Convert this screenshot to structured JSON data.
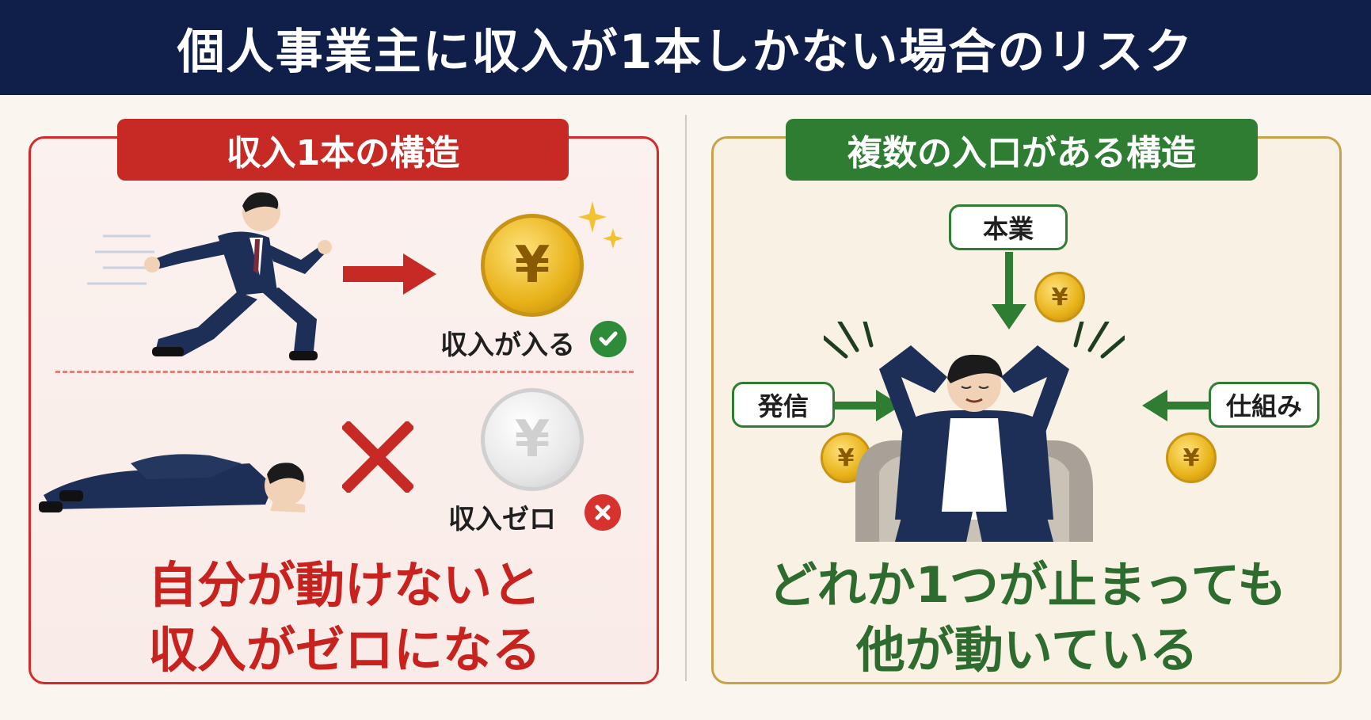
{
  "title": "個人事業主に収入が1本しかない場合のリスク",
  "left": {
    "tab": "収入1本の構造",
    "income_in": "収入が入る",
    "income_zero": "収入ゼロ",
    "conclusion_line1": "自分が動けないと",
    "conclusion_line2": "収入がゼロになる",
    "yen_symbol": "¥"
  },
  "right": {
    "tab": "複数の入口がある構造",
    "source_top": "本業",
    "source_left": "発信",
    "source_right": "仕組み",
    "conclusion_line1": "どれか1つが止まっても",
    "conclusion_line2": "他が動いている",
    "yen_symbol": "¥"
  },
  "colors": {
    "navy": "#0f1f4a",
    "red": "#c72a25",
    "green": "#2e7d32",
    "gold": "#e8b219"
  }
}
